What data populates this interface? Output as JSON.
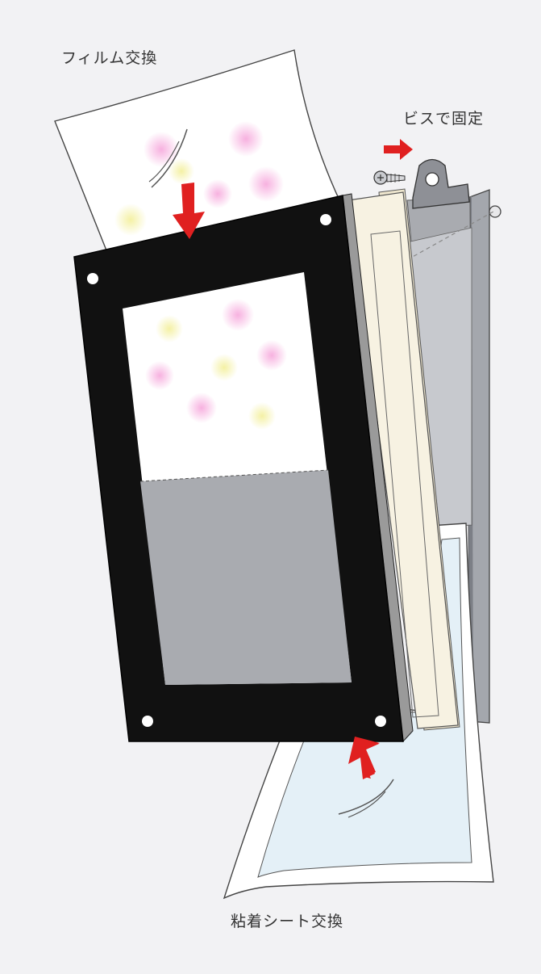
{
  "labels": {
    "film_exchange": "フィルム交換",
    "screw_fix": "ビスで固定",
    "adhesive_sheet_exchange": "粘着シート交換"
  },
  "colors": {
    "background": "#f2f2f4",
    "arrow": "#e02020",
    "frame": "#111111",
    "panel_gray": "#a9abb0",
    "bracket_gray": "#8e9096",
    "cream_panel": "#f7f2e2",
    "sheet_blue": "#e4f0f7"
  },
  "icons": [
    "screw-icon",
    "arrow-down-icon",
    "arrow-right-icon",
    "arrow-up-icon"
  ]
}
